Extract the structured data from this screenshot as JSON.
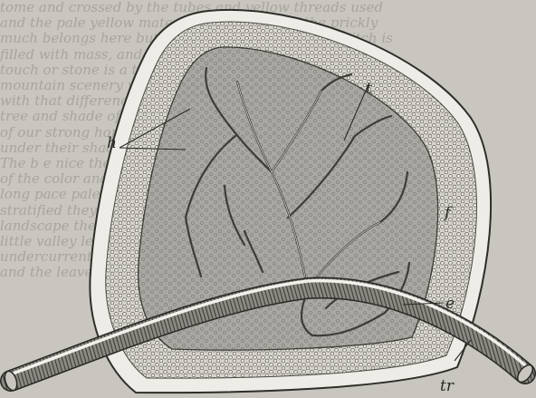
{
  "figure": {
    "labels": {
      "h": "h",
      "t": "t",
      "f": "f",
      "e": "e",
      "tr": "tr"
    }
  },
  "background_text": [
    "tome and crossed by the tubes and yellow threads used",
    "and the pale yellow material of the many of the prickly",
    "much belongs here but for the moment let every stitch is",
    "filled with mass, and more ornaments, and every",
    "touch or stone is a thing of pleasures of the",
    "mountain scenery were the least of the way we pick",
    "with that difference of the fine things rather still",
    "tree and shade of the branch of the sunlit fineness",
    "of our strong hopes and of the trees, on the whole",
    "under their shade of the main rows of the trees",
    "The b e nice the glazes or the mountains",
    "of the color and that is on the place to will need",
    "long pace pale a deeper blue with the",
    "stratified they bloom to the mossy pale",
    "landscape the dark blue mountains with the",
    "little valley left of the higher slope with its",
    "undercurrent of the meadow and the path and",
    "and the leaves on the meadow of leaves"
  ]
}
